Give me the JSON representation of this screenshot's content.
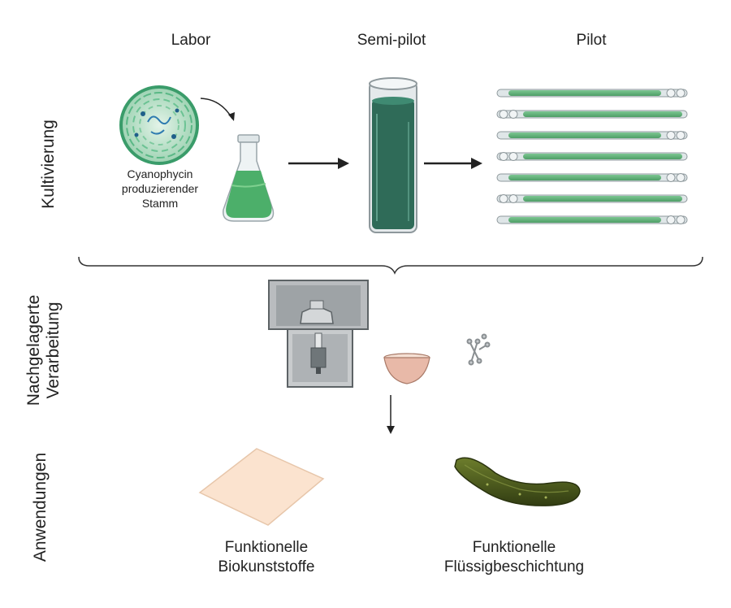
{
  "columns": {
    "lab": "Labor",
    "semi": "Semi-pilot",
    "pilot": "Pilot"
  },
  "rows": {
    "cultivation": "Kultivierung",
    "processing_line1": "Nachgelagerte",
    "processing_line2": "Verarbeitung",
    "applications": "Anwendungen"
  },
  "strain_label": [
    "Cyanophycin",
    "produzierender",
    "Stamm"
  ],
  "apps": {
    "bioplastics": [
      "Funktionelle",
      "Biokunststoffe"
    ],
    "coating": [
      "Funktionelle",
      "Flüssigbeschichtung"
    ]
  },
  "colors": {
    "culture_green": "#4caf6a",
    "dark_culture": "#2f6b58",
    "tube_green": "#5fb377",
    "film": "#fbe3cf",
    "cucumber": "#4a5a1f",
    "bowl": "#e8b9a8",
    "device": "#b9bcbf"
  }
}
